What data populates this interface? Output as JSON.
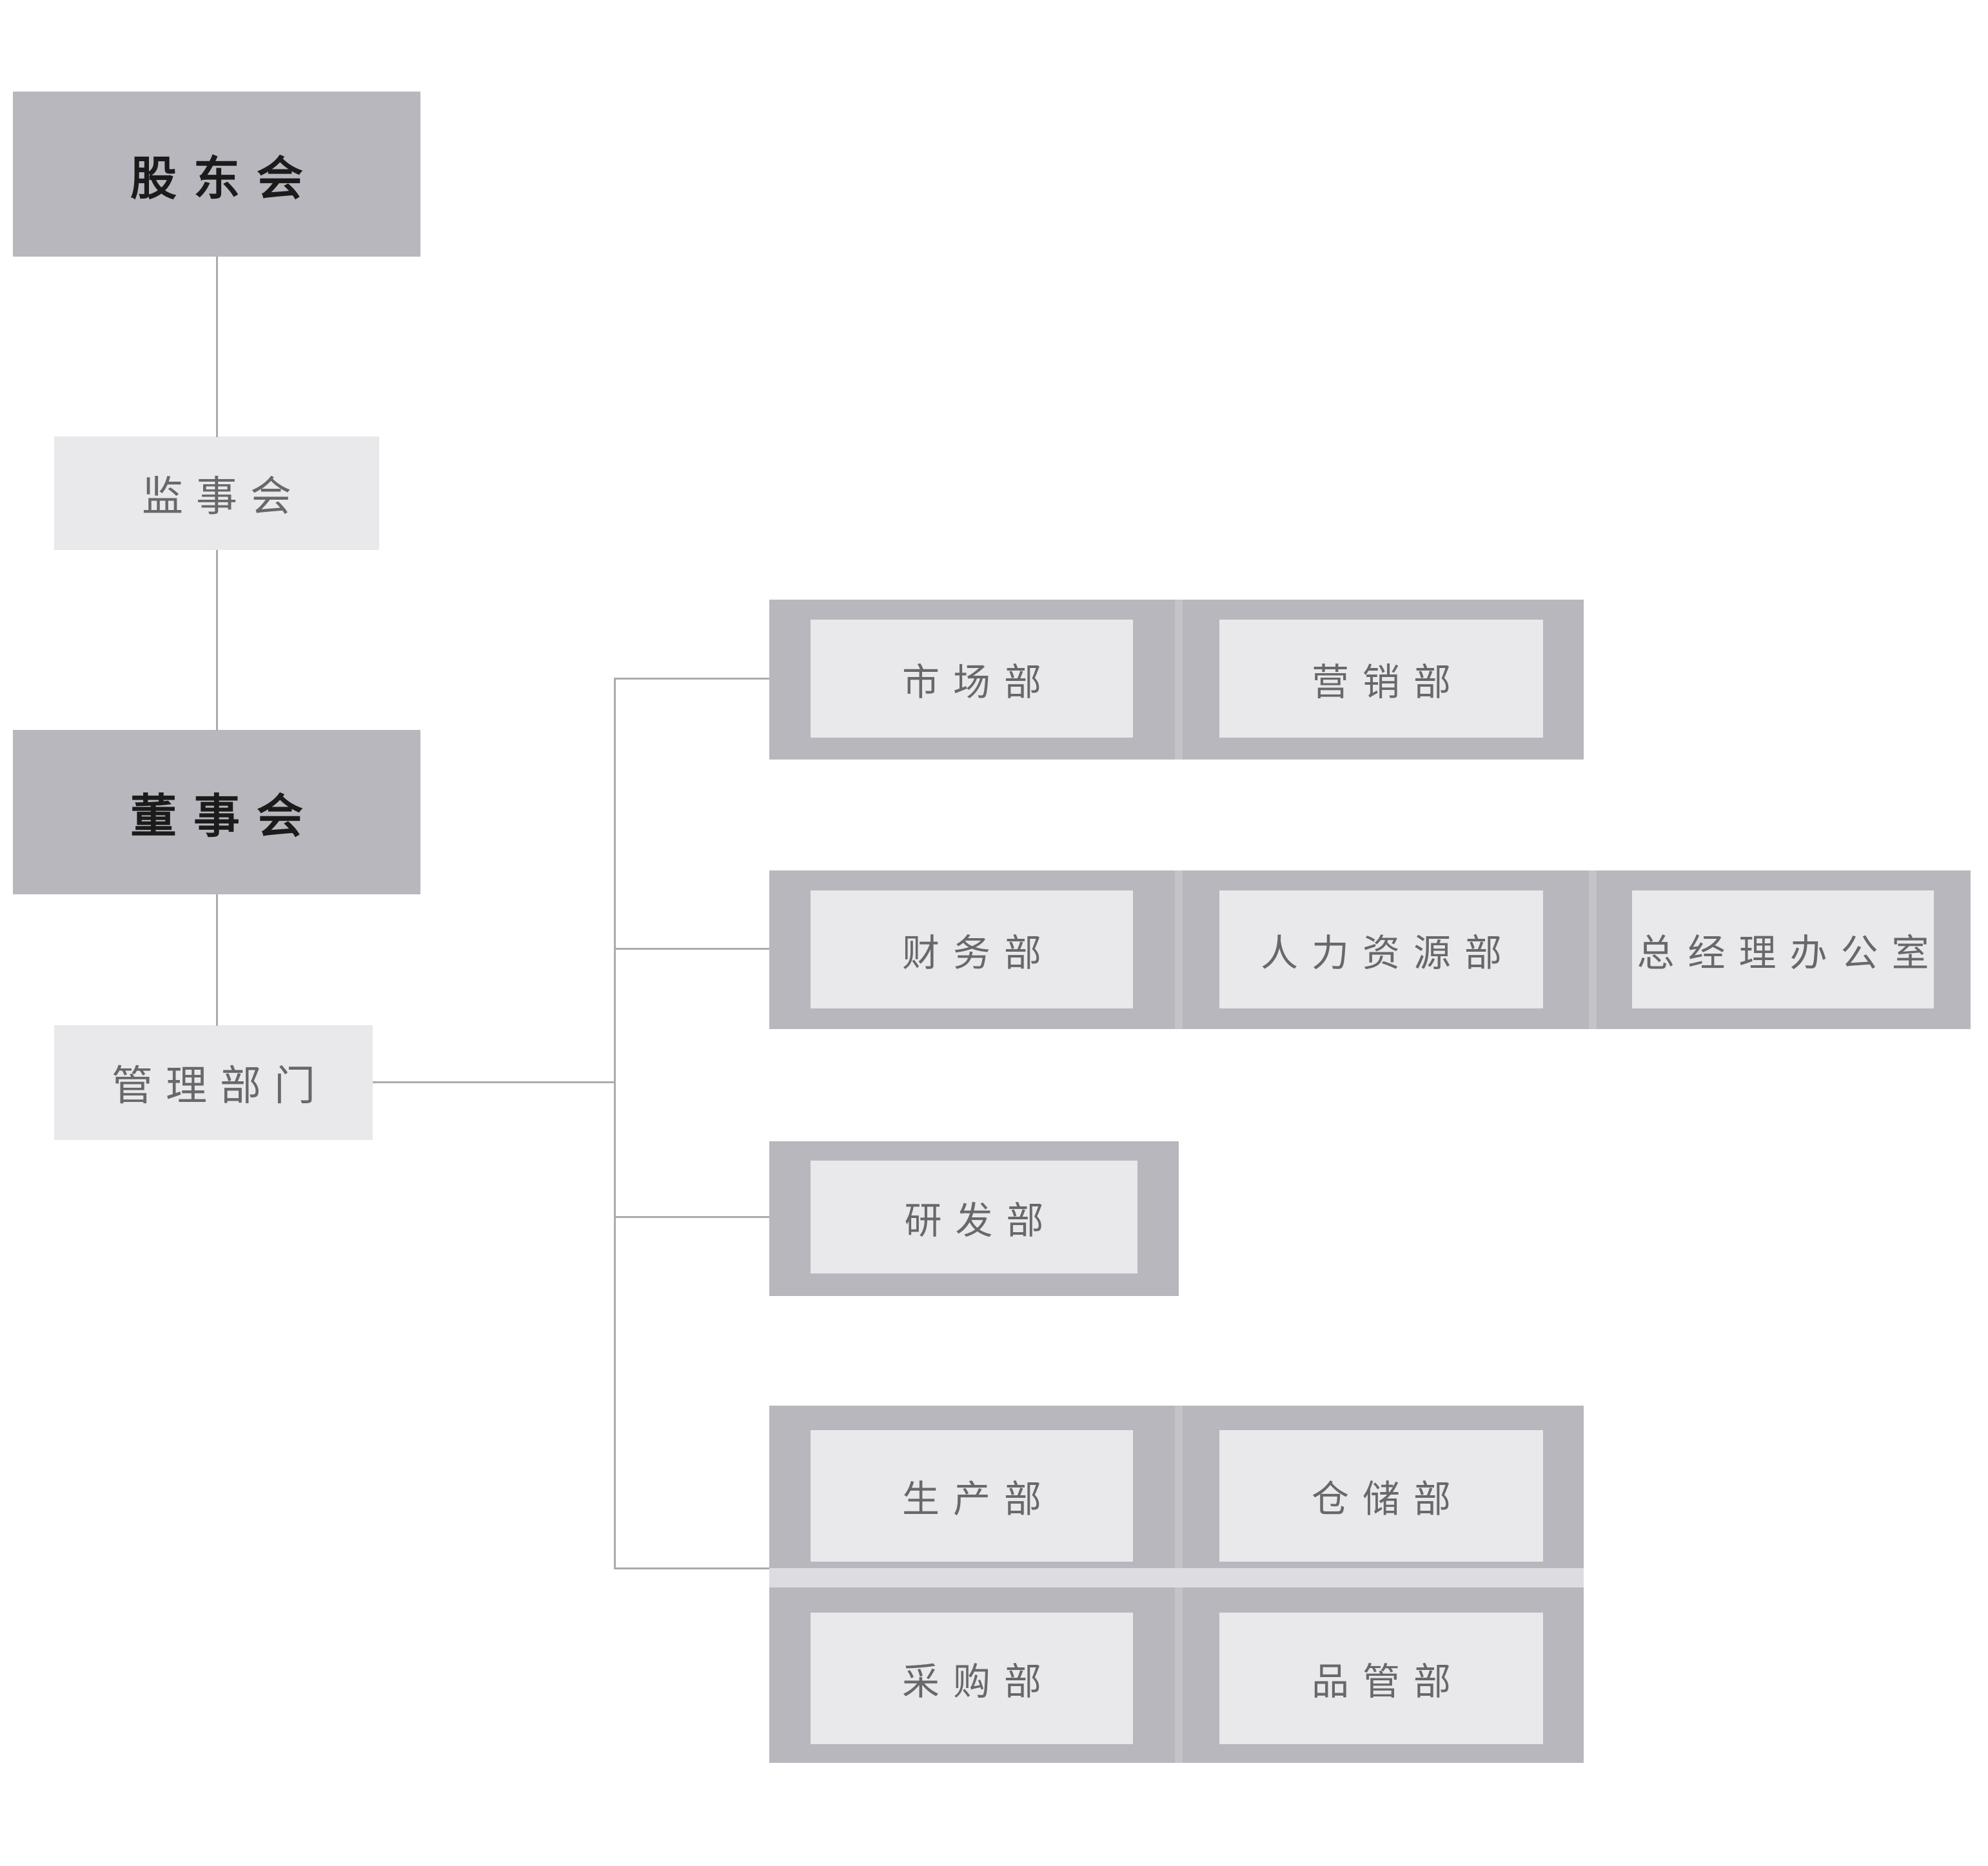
{
  "palette": {
    "box_dark": "#b8b7bd",
    "box_light": "#e9e8ea",
    "cell_inner": "#e9e8ea",
    "divider": "#c4c3c8",
    "row_gap": "#dddce0",
    "line": "#ababab",
    "text_dark": "#1b1b1b",
    "text_gray": "#68686c",
    "page_bg": "#ffffff"
  },
  "org_chart": {
    "left_chain": [
      {
        "id": "shareholders",
        "label": "股东会",
        "emphasis": "dark"
      },
      {
        "id": "supervisory-board",
        "label": "监事会",
        "emphasis": "light"
      },
      {
        "id": "board-of-directors",
        "label": "董事会",
        "emphasis": "dark"
      },
      {
        "id": "management-departments",
        "label": "管理部门",
        "emphasis": "light"
      }
    ],
    "department_groups": [
      {
        "row": 1,
        "departments": [
          "市场部",
          "营销部"
        ]
      },
      {
        "row": 2,
        "departments": [
          "财务部",
          "人力资源部",
          "总经理办公室"
        ]
      },
      {
        "row": 3,
        "departments": [
          "研发部"
        ]
      },
      {
        "row": 4,
        "departments": [
          "生产部",
          "仓储部",
          "采购部",
          "品管部"
        ]
      }
    ]
  }
}
